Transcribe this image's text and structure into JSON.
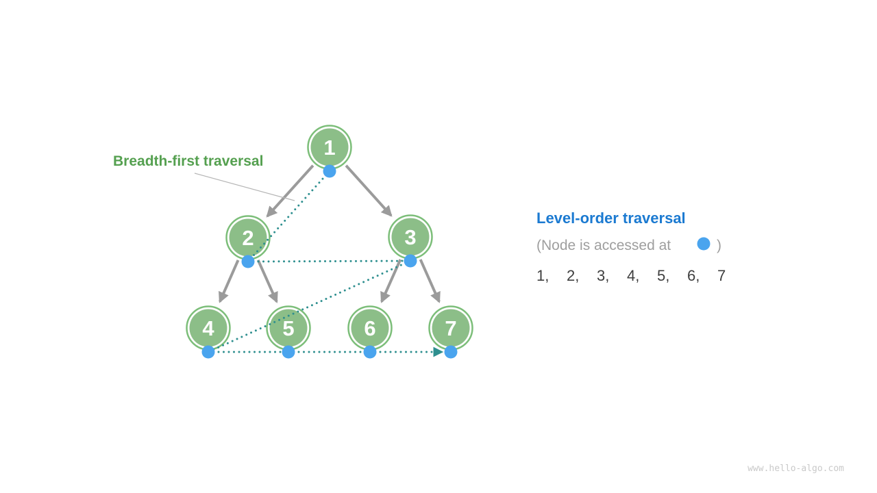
{
  "page": {
    "background": "#FFFFFF"
  },
  "labels": {
    "breadth_first": "Breadth-first traversal"
  },
  "legend": {
    "title": "Level-order traversal",
    "note_prefix": "(Node is accessed at",
    "note_suffix": ")",
    "sequence": [
      "1",
      "2",
      "3",
      "4",
      "5",
      "6",
      "7"
    ]
  },
  "tree": {
    "nodes": [
      {
        "label": "1"
      },
      {
        "label": "2"
      },
      {
        "label": "3"
      },
      {
        "label": "4"
      },
      {
        "label": "5"
      },
      {
        "label": "6"
      },
      {
        "label": "7"
      }
    ],
    "edges": [
      [
        "1",
        "2"
      ],
      [
        "1",
        "3"
      ],
      [
        "2",
        "4"
      ],
      [
        "2",
        "5"
      ],
      [
        "3",
        "6"
      ],
      [
        "3",
        "7"
      ]
    ]
  },
  "traversal_order": [
    "1",
    "2",
    "3",
    "4",
    "5",
    "6",
    "7"
  ],
  "watermark": "www.hello-algo.com",
  "colors": {
    "node_fill": "#8CBE88",
    "node_border": "#7CBE79",
    "node_text": "#FFFFFF",
    "edge_gray": "#9B9B9B",
    "traversal_teal": "#2E8F8F",
    "access_blue": "#4AA4EE",
    "label_green": "#55A050",
    "label_blue": "#1B7AD1",
    "note_gray": "#9E9E9E",
    "sequence_dark": "#3E3E3E",
    "watermark_gray": "#C9C9C9",
    "callout_gray": "#B5B5B5"
  }
}
